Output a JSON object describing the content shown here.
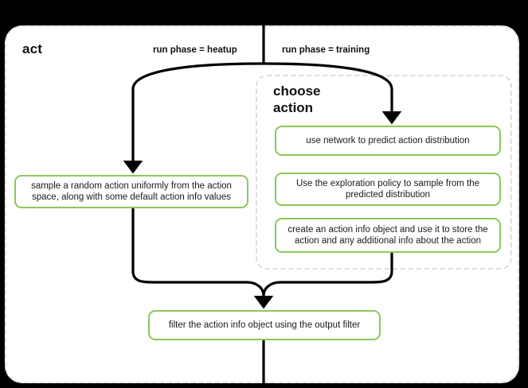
{
  "diagram": {
    "type": "flowchart",
    "background_color": "#000000",
    "canvas_color": "#ffffff",
    "accent_color": "#8dc75c",
    "container_border_color": "#e3e3e3",
    "line_color": "#000000"
  },
  "outer": {
    "title": "act"
  },
  "inner": {
    "title": "choose\naction"
  },
  "edge_labels": {
    "heatup": "run phase = heatup",
    "training": "run phase = training"
  },
  "nodes": {
    "sample_random": "sample a random action uniformly from the action space, along with some default action info values",
    "use_network": "use network to predict action distribution",
    "exploration_policy": "Use the exploration policy to sample from the predicted distribution",
    "action_info_object": "create an action info object and use it to store the action and any additional info about the action",
    "filter_output": "filter the action info object using the output filter"
  }
}
